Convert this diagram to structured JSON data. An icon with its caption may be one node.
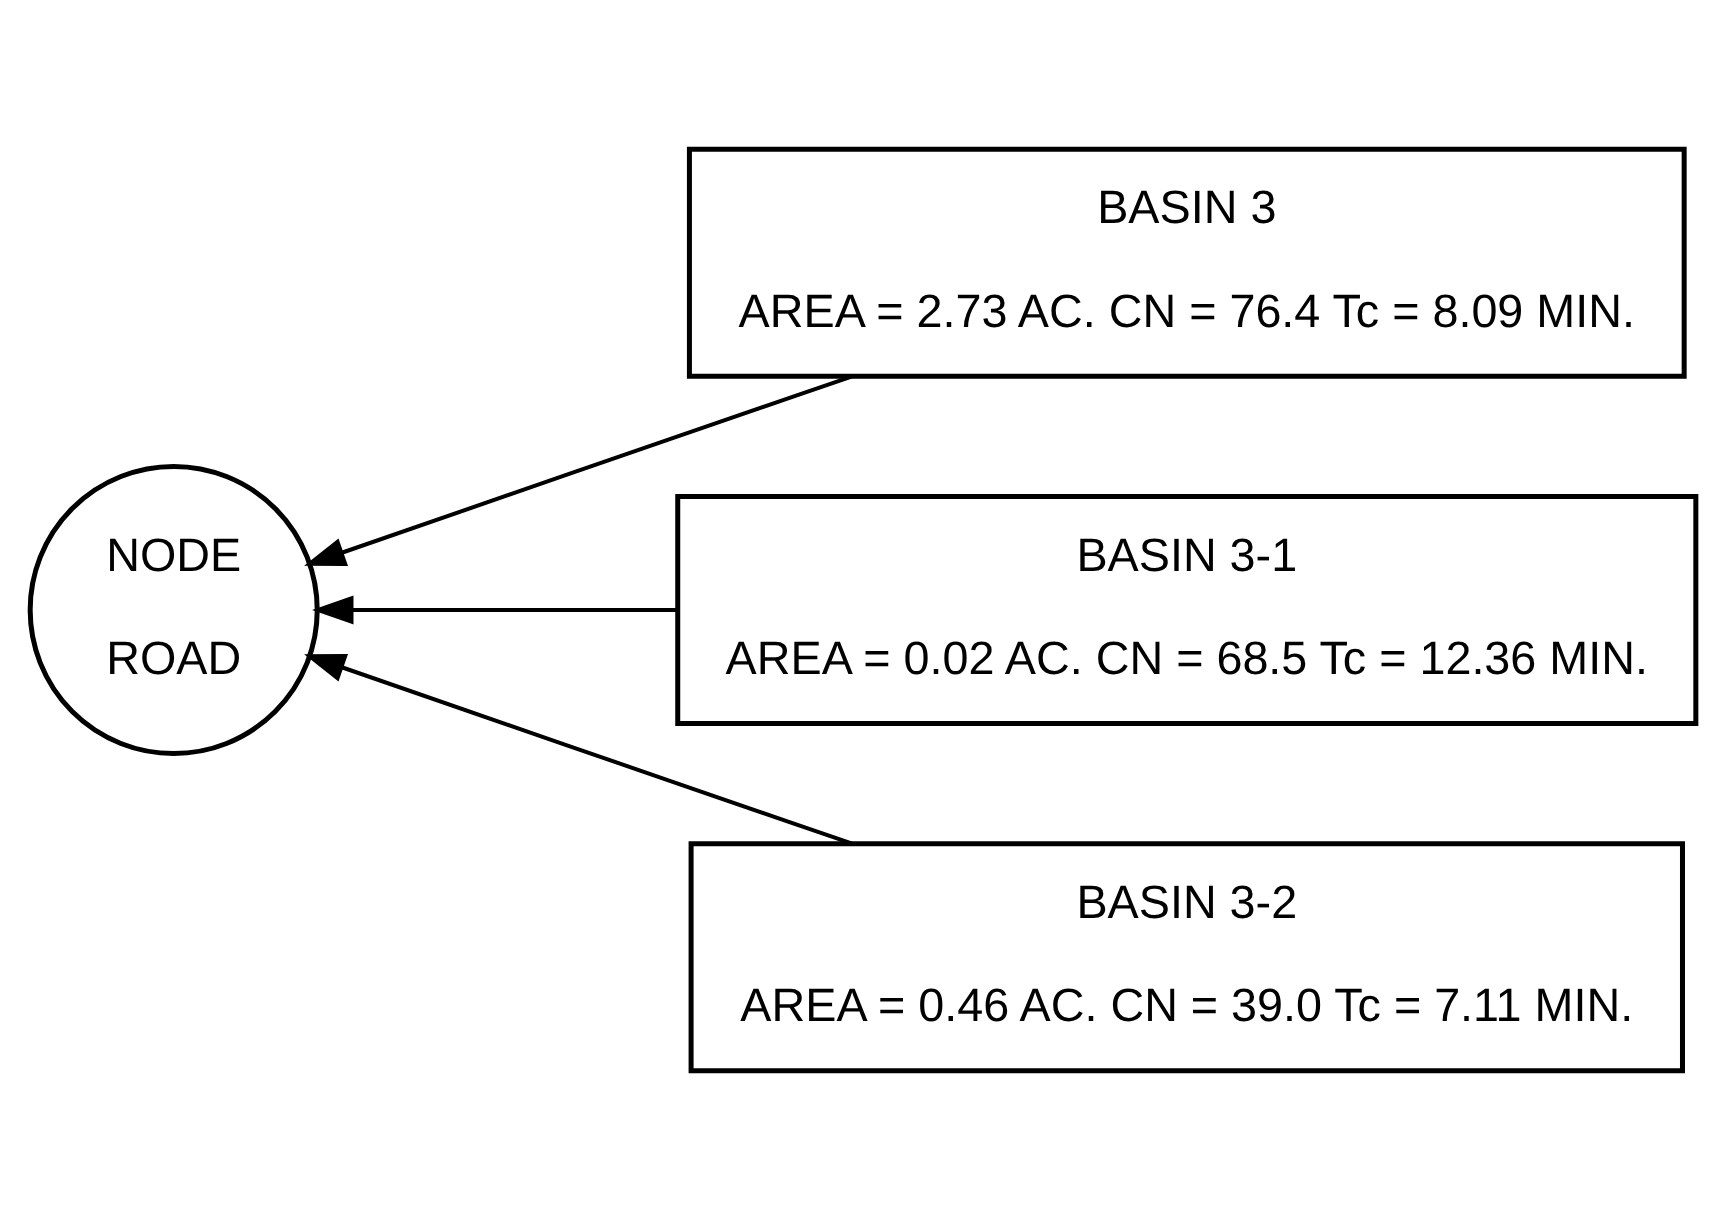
{
  "diagram": {
    "nodes": [
      {
        "text": [
          "NODE",
          "ROAD"
        ]
      },
      {
        "text": [
          "BASIN 3",
          "AREA = 2.73 AC. CN = 76.4 Tc = 8.09 MIN."
        ]
      },
      {
        "text": [
          "BASIN 3-1",
          "AREA = 0.02 AC. CN = 68.5 Tc = 12.36 MIN."
        ]
      },
      {
        "text": [
          "BASIN 3-2",
          "AREA = 0.46 AC. CN = 39.0 Tc = 7.11 MIN."
        ]
      }
    ],
    "edges": [
      {
        "from": 1,
        "to": 0,
        "arrow": "to"
      },
      {
        "from": 2,
        "to": 0,
        "arrow": "to"
      },
      {
        "from": 3,
        "to": 0,
        "arrow": "to"
      }
    ]
  }
}
